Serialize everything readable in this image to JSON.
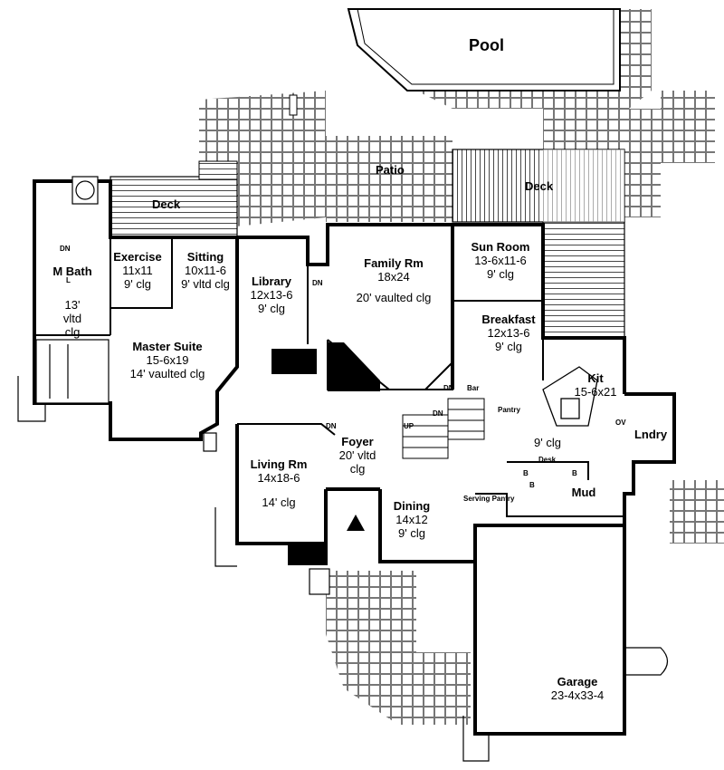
{
  "plan": {
    "pool_label": "Pool",
    "patio_label": "Patio",
    "deck_left_label": "Deck",
    "deck_right_label": "Deck",
    "rooms": {
      "exercise": {
        "name": "Exercise",
        "dims": "11x11",
        "ceiling": "9' clg"
      },
      "sitting": {
        "name": "Sitting",
        "dims": "10x11-6",
        "ceiling": "9' vltd clg"
      },
      "mbath": {
        "name": "M Bath",
        "dims": "",
        "ceiling": "13' vltd clg"
      },
      "library": {
        "name": "Library",
        "dims": "12x13-6",
        "ceiling": "9' clg"
      },
      "family": {
        "name": "Family Rm",
        "dims": "18x24",
        "ceiling": "20' vaulted clg"
      },
      "sunroom": {
        "name": "Sun Room",
        "dims": "13-6x11-6",
        "ceiling": "9' clg"
      },
      "breakfast": {
        "name": "Breakfast",
        "dims": "12x13-6",
        "ceiling": "9' clg"
      },
      "master": {
        "name": "Master Suite",
        "dims": "15-6x19",
        "ceiling": "14' vaulted clg"
      },
      "kit": {
        "name": "Kit",
        "dims": "15-6x21",
        "ceiling": "9' clg"
      },
      "foyer": {
        "name": "Foyer",
        "dims": "",
        "ceiling": "20' vltd clg"
      },
      "living": {
        "name": "Living Rm",
        "dims": "14x18-6",
        "ceiling": "14' clg"
      },
      "dining": {
        "name": "Dining",
        "dims": "14x12",
        "ceiling": "9' clg"
      },
      "laundry": {
        "name": "Lndry",
        "dims": "",
        "ceiling": ""
      },
      "mud": {
        "name": "Mud",
        "dims": "",
        "ceiling": ""
      },
      "garage": {
        "name": "Garage",
        "dims": "23-4x33-4",
        "ceiling": ""
      }
    },
    "small_labels": {
      "dn_library": "DN",
      "dn_family": "DN",
      "dn_foyer": "DN",
      "dn_stair": "DN",
      "dn_mbath": "DN",
      "up_stair": "UP",
      "bar": "Bar",
      "pantry": "Pantry",
      "desk": "Desk",
      "serving_pantry": "Serving Pantry",
      "b1": "B",
      "b2": "B",
      "b3": "B",
      "ov": "OV",
      "l": "L"
    }
  }
}
